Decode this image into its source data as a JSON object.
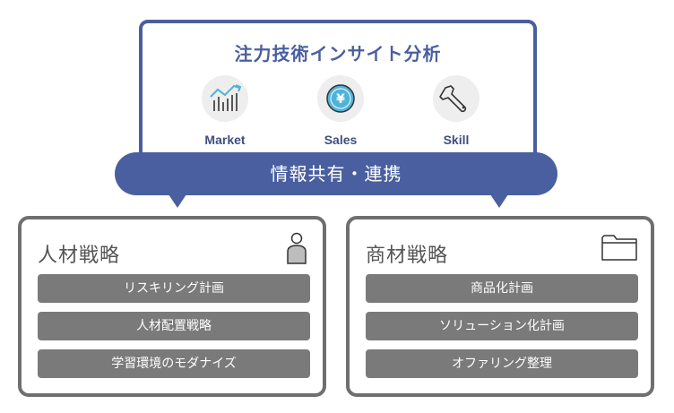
{
  "top": {
    "title": "注力技術インサイト分析",
    "icons": [
      {
        "label": "Market",
        "icon": "market-chart-icon"
      },
      {
        "label": "Sales",
        "icon": "yen-coin-icon"
      },
      {
        "label": "Skill",
        "icon": "wrench-icon"
      }
    ]
  },
  "banner": {
    "text": "情報共有・連携"
  },
  "panels": [
    {
      "title": "人材戦略",
      "icon": "person-icon",
      "items": [
        "リスキリング計画",
        "人材配置戦略",
        "学習環境のモダナイズ"
      ]
    },
    {
      "title": "商材戦略",
      "icon": "folder-icon",
      "items": [
        "商品化計画",
        "ソリューション化計画",
        "オファリング整理"
      ]
    }
  ],
  "colors": {
    "accent": "#4a5f9f",
    "panel_border": "#6f6f6f",
    "item_bg": "#7a7a7a",
    "yen": "#4fb3d9"
  }
}
